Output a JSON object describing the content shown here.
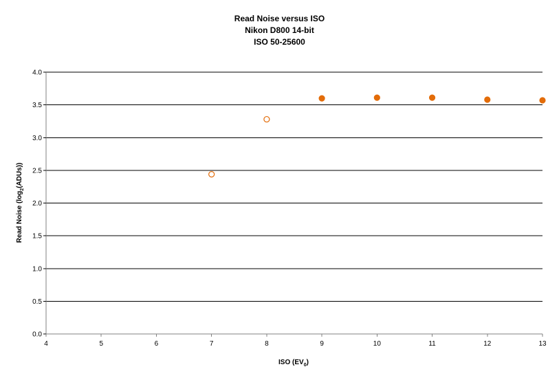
{
  "chart_data": {
    "type": "scatter",
    "title": [
      "Read Noise versus ISO",
      "Nikon D800 14-bit",
      "ISO 50-25600"
    ],
    "xlabel": "ISO (EV",
    "xlabel_subscript": "0",
    "xlabel_suffix": ")",
    "ylabel": "Read Noise (log",
    "ylabel_subscript": "2",
    "ylabel_suffix": "(ADUs))",
    "xlim": [
      4,
      13
    ],
    "ylim": [
      0,
      4
    ],
    "x_ticks": [
      "4",
      "5",
      "6",
      "7",
      "8",
      "9",
      "10",
      "11",
      "12",
      "13"
    ],
    "y_ticks": [
      "0.0",
      "0.5",
      "1.0",
      "1.5",
      "2.0",
      "2.5",
      "3.0",
      "3.5",
      "4.0"
    ],
    "grid": "horizontal",
    "legend": "none",
    "series": [
      {
        "marker": "open-circle",
        "color": "#E36C09",
        "points": [
          {
            "x": 7,
            "y": 2.44
          },
          {
            "x": 8,
            "y": 3.28
          }
        ]
      },
      {
        "marker": "filled-circle",
        "color": "#E36C09",
        "points": [
          {
            "x": 9,
            "y": 3.6
          },
          {
            "x": 10,
            "y": 3.61
          },
          {
            "x": 11,
            "y": 3.61
          },
          {
            "x": 12,
            "y": 3.58
          },
          {
            "x": 13,
            "y": 3.57
          }
        ]
      }
    ]
  }
}
